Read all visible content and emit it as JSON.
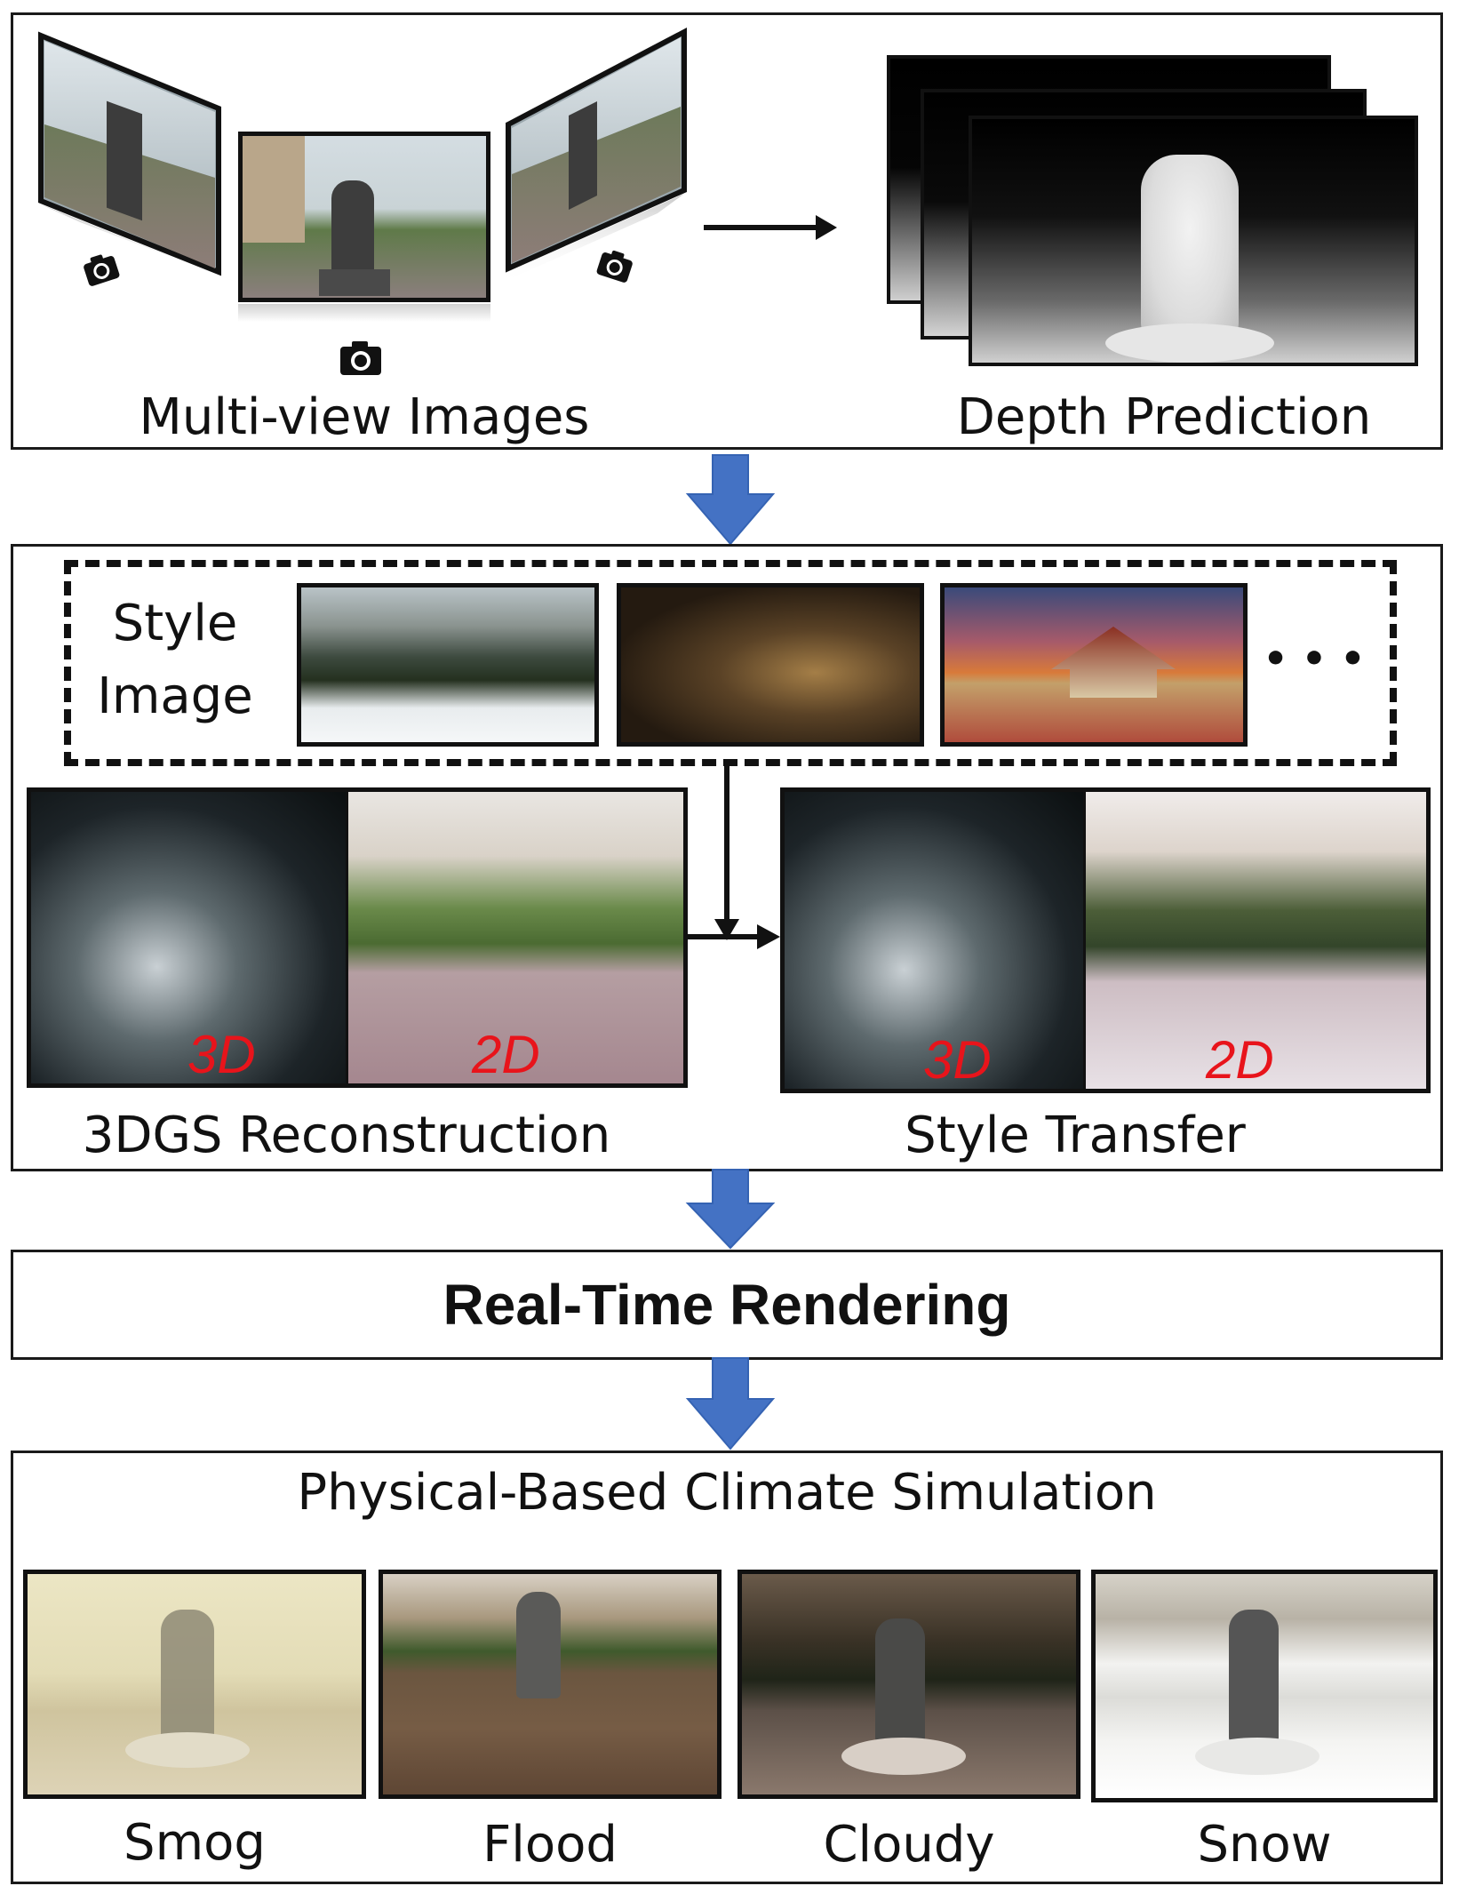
{
  "stage1": {
    "left_label": "Multi-view Images",
    "right_label": "Depth Prediction"
  },
  "stage2": {
    "style_label_line1": "Style",
    "style_label_line2": "Image",
    "ellipsis": "• • •",
    "recon_label": "3DGS Reconstruction",
    "transfer_label": "Style Transfer",
    "tag_3d": "3D",
    "tag_2d": "2D"
  },
  "stage3": {
    "title": "Real-Time Rendering"
  },
  "stage4": {
    "title": "Physical-Based Climate Simulation",
    "items": [
      "Smog",
      "Flood",
      "Cloudy",
      "Snow"
    ]
  },
  "colors": {
    "flow_arrow": "#4472c4",
    "tag_text": "#e8141b",
    "border": "#1a1a1a"
  }
}
